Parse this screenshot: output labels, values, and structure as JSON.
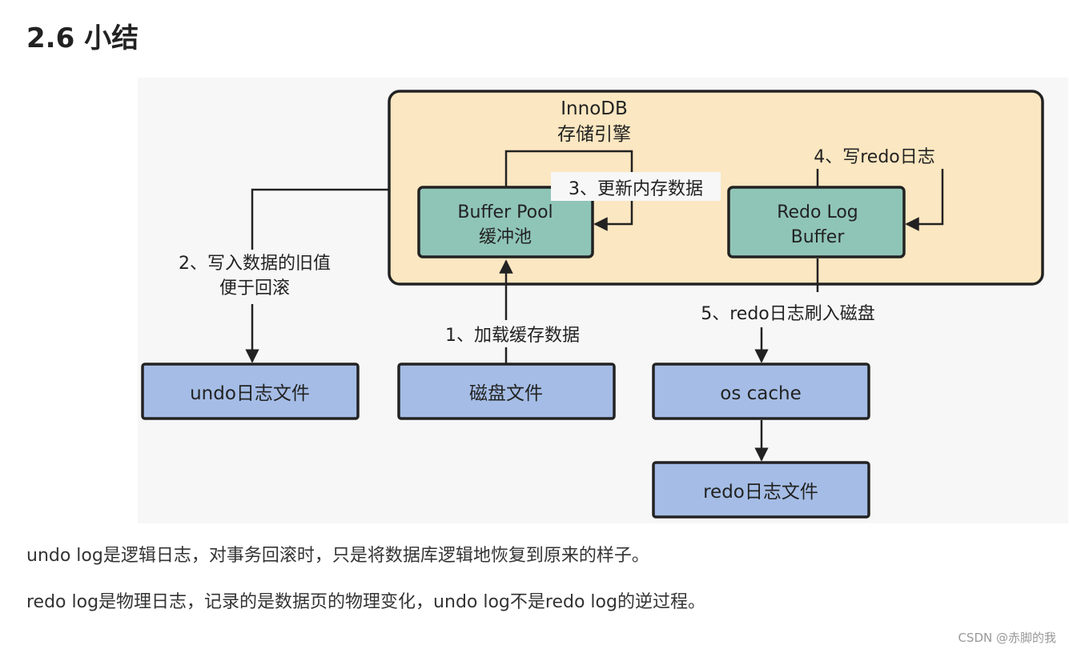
{
  "heading": "2.6 小结",
  "diagram": {
    "engine_line1": "InnoDB",
    "engine_line2": "存储引擎",
    "buffer_pool_line1": "Buffer Pool",
    "buffer_pool_line2": "缓冲池",
    "redo_buffer_line1": "Redo Log",
    "redo_buffer_line2": "Buffer",
    "undo_file": "undo日志文件",
    "disk_file": "磁盘文件",
    "os_cache": "os cache",
    "redo_file": "redo日志文件",
    "step1": "1、加载缓存数据",
    "step2_line1": "2、写入数据的旧值",
    "step2_line2": "便于回滚",
    "step3": "3、更新内存数据",
    "step4": "4、写redo日志",
    "step5": "5、redo日志刷入磁盘",
    "colors": {
      "engine_fill": "#fbe7c1",
      "buffer_fill": "#8fc5b7",
      "file_fill": "#a5bde6",
      "stroke": "#222222"
    }
  },
  "paragraphs": [
    "undo log是逻辑日志，对事务回滚时，只是将数据库逻辑地恢复到原来的样子。",
    "redo log是物理日志，记录的是数据页的物理变化，undo log不是redo log的逆过程。"
  ],
  "watermark": "CSDN @赤脚的我"
}
